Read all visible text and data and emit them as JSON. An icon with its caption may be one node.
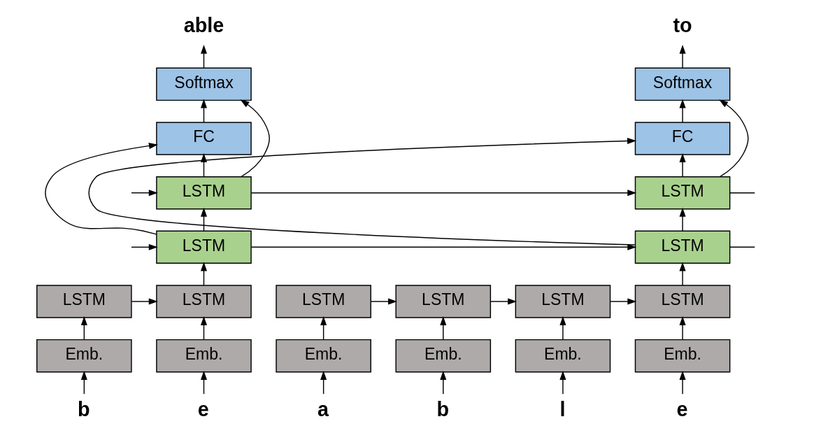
{
  "diagram": {
    "nodes": [
      {
        "text": [
          "able"
        ]
      },
      {
        "text": [
          "to"
        ]
      },
      {
        "text": [
          "Softmax"
        ]
      },
      {
        "text": [
          "Softmax"
        ]
      },
      {
        "text": [
          "FC"
        ]
      },
      {
        "text": [
          "FC"
        ]
      },
      {
        "text": [
          "LSTM"
        ]
      },
      {
        "text": [
          "LSTM"
        ]
      },
      {
        "text": [
          "LSTM"
        ]
      },
      {
        "text": [
          "LSTM"
        ]
      },
      {
        "text": [
          "LSTM"
        ]
      },
      {
        "text": [
          "LSTM"
        ]
      },
      {
        "text": [
          "LSTM"
        ]
      },
      {
        "text": [
          "LSTM"
        ]
      },
      {
        "text": [
          "LSTM"
        ]
      },
      {
        "text": [
          "LSTM"
        ]
      },
      {
        "text": [
          "Emb."
        ]
      },
      {
        "text": [
          "Emb."
        ]
      },
      {
        "text": [
          "Emb."
        ]
      },
      {
        "text": [
          "Emb."
        ]
      },
      {
        "text": [
          "Emb."
        ]
      },
      {
        "text": [
          "Emb."
        ]
      },
      {
        "text": [
          "b"
        ]
      },
      {
        "text": [
          "e"
        ]
      },
      {
        "text": [
          "a"
        ]
      },
      {
        "text": [
          "b"
        ]
      },
      {
        "text": [
          "l"
        ]
      },
      {
        "text": [
          "e"
        ]
      }
    ],
    "edges": [
      {
        "from": 22,
        "to": 16,
        "arrow": "to"
      },
      {
        "from": 23,
        "to": 17,
        "arrow": "to"
      },
      {
        "from": 24,
        "to": 18,
        "arrow": "to"
      },
      {
        "from": 25,
        "to": 19,
        "arrow": "to"
      },
      {
        "from": 26,
        "to": 20,
        "arrow": "to"
      },
      {
        "from": 27,
        "to": 21,
        "arrow": "to"
      },
      {
        "from": 16,
        "to": 10,
        "arrow": "to"
      },
      {
        "from": 17,
        "to": 11,
        "arrow": "to"
      },
      {
        "from": 18,
        "to": 12,
        "arrow": "to"
      },
      {
        "from": 19,
        "to": 13,
        "arrow": "to"
      },
      {
        "from": 20,
        "to": 14,
        "arrow": "to"
      },
      {
        "from": 21,
        "to": 15,
        "arrow": "to"
      },
      {
        "from": 10,
        "to": 11,
        "arrow": "to"
      },
      {
        "from": 12,
        "to": 13,
        "arrow": "to"
      },
      {
        "from": 13,
        "to": 14,
        "arrow": "to"
      },
      {
        "from": 14,
        "to": 15,
        "arrow": "to"
      },
      {
        "from": 11,
        "to": 8,
        "arrow": "to"
      },
      {
        "from": 15,
        "to": 9,
        "arrow": "to"
      },
      {
        "from": null,
        "to": 8,
        "arrow": "to"
      },
      {
        "from": 8,
        "to": 9,
        "arrow": "to"
      },
      {
        "from": 9,
        "to": null,
        "arrow": "none"
      },
      {
        "from": 8,
        "to": 6,
        "arrow": "to"
      },
      {
        "from": 9,
        "to": 7,
        "arrow": "to"
      },
      {
        "from": null,
        "to": 6,
        "arrow": "to"
      },
      {
        "from": 6,
        "to": 7,
        "arrow": "to"
      },
      {
        "from": 7,
        "to": null,
        "arrow": "none"
      },
      {
        "from": 8,
        "to": 4,
        "arrow": "to"
      },
      {
        "from": 9,
        "to": 5,
        "arrow": "to"
      },
      {
        "from": 6,
        "to": 4,
        "arrow": "to"
      },
      {
        "from": 7,
        "to": 5,
        "arrow": "to"
      },
      {
        "from": 6,
        "to": 2,
        "arrow": "to"
      },
      {
        "from": 7,
        "to": 3,
        "arrow": "to"
      },
      {
        "from": 4,
        "to": 2,
        "arrow": "to"
      },
      {
        "from": 5,
        "to": 3,
        "arrow": "to"
      },
      {
        "from": 2,
        "to": 0,
        "arrow": "to"
      },
      {
        "from": 3,
        "to": 1,
        "arrow": "to"
      }
    ]
  }
}
